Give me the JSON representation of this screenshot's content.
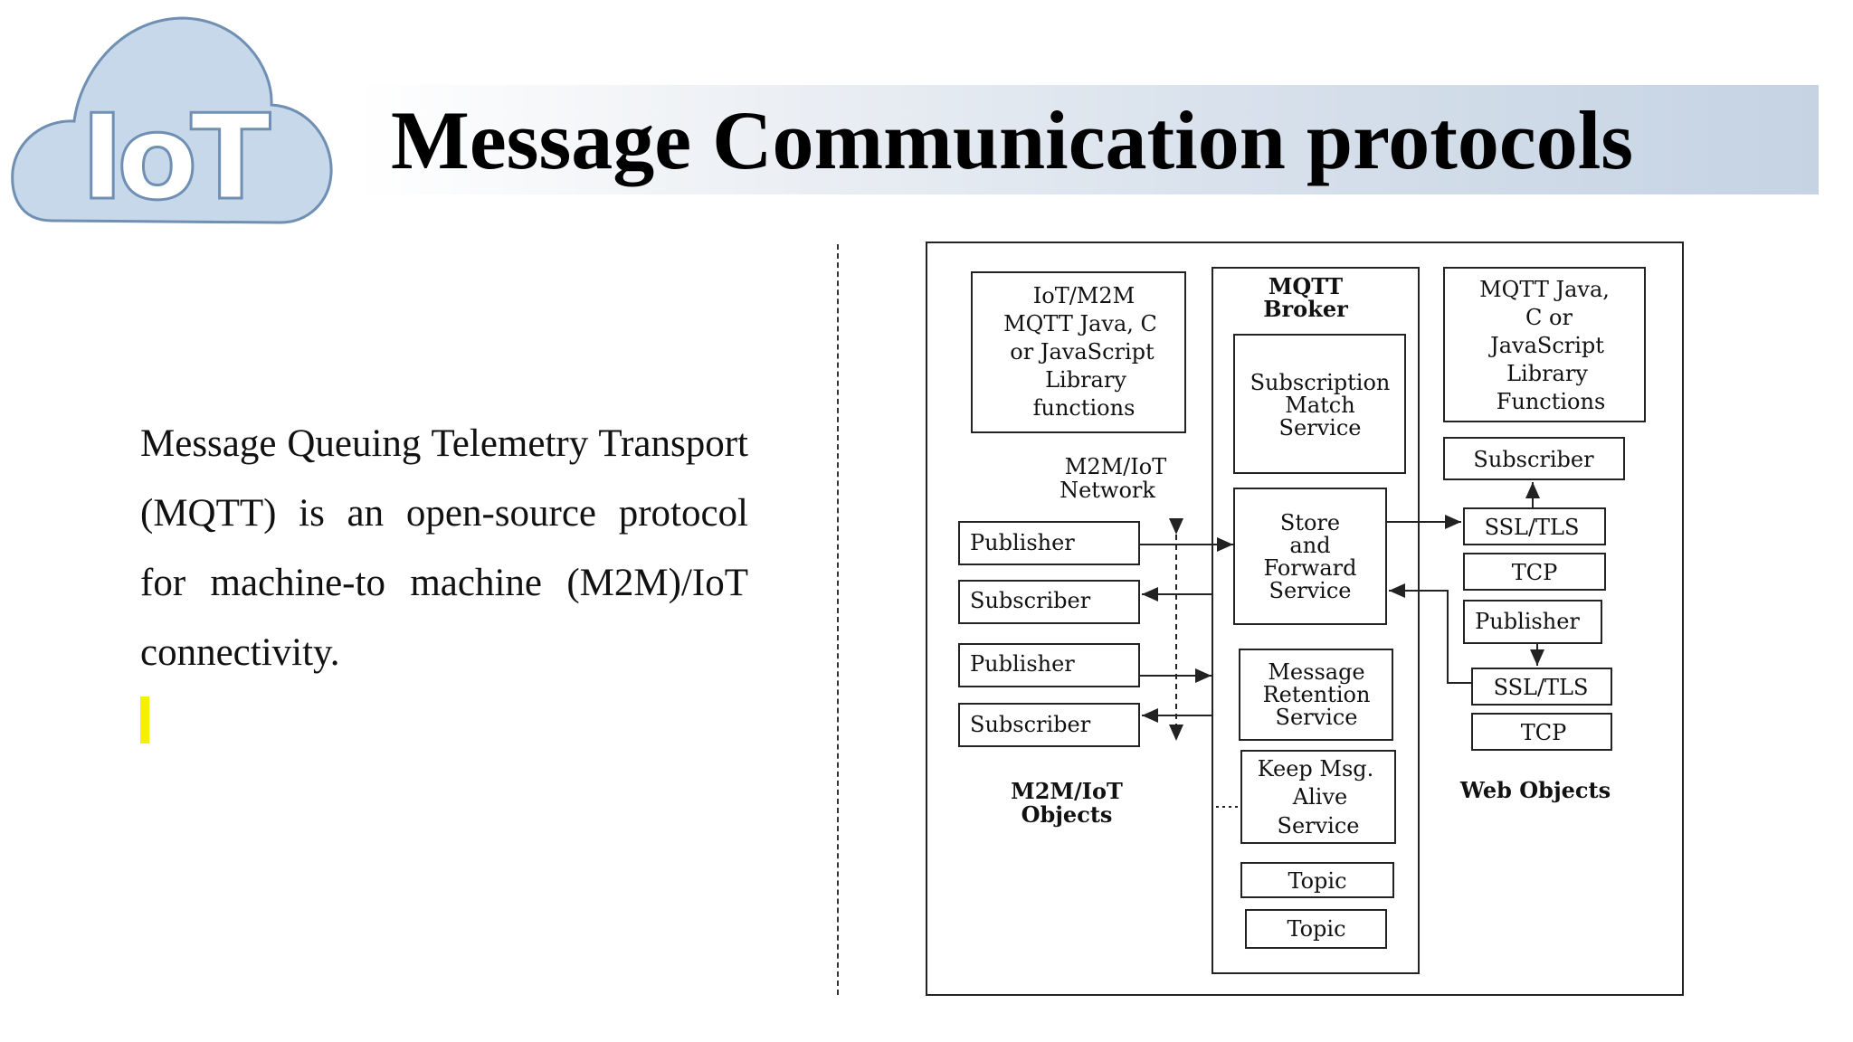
{
  "logo": {
    "text": "IoT",
    "shape": "cloud-icon",
    "color": "#c6d8ea"
  },
  "title": "Message Communication protocols",
  "body": {
    "paragraph": "Message Queuing Telemetry Transport (MQTT) is an open-source protocol for machine-to machine (M2M)/IoT connectivity."
  },
  "diagram": {
    "left_library": [
      "IoT/M2M",
      "MQTT Java, C",
      "or JavaScript",
      "Library",
      "functions"
    ],
    "network_label": [
      "M2M/IoT",
      "Network"
    ],
    "left_items": [
      "Publisher",
      "Subscriber",
      "Publisher",
      "Subscriber"
    ],
    "objects_label": [
      "M2M/IoT",
      "Objects"
    ],
    "broker_title": [
      "MQTT",
      "Broker"
    ],
    "subscription_service": [
      "Subscription",
      "Match",
      "Service"
    ],
    "store_forward": [
      "Store",
      "and",
      "Forward",
      "Service"
    ],
    "retention": [
      "Message",
      "Retention",
      "Service"
    ],
    "keep_alive": [
      "Keep Msg.",
      "Alive",
      "Service"
    ],
    "topics": [
      "Topic",
      "Topic"
    ],
    "right_library": [
      "MQTT Java,",
      "C or",
      "JavaScript",
      "Library",
      "Functions"
    ],
    "right_subscriber": "Subscriber",
    "ssl1": "SSL/TLS",
    "tcp1": "TCP",
    "right_publisher": "Publisher",
    "ssl2": "SSL/TLS",
    "tcp2": "TCP",
    "web_objects": "Web Objects"
  }
}
